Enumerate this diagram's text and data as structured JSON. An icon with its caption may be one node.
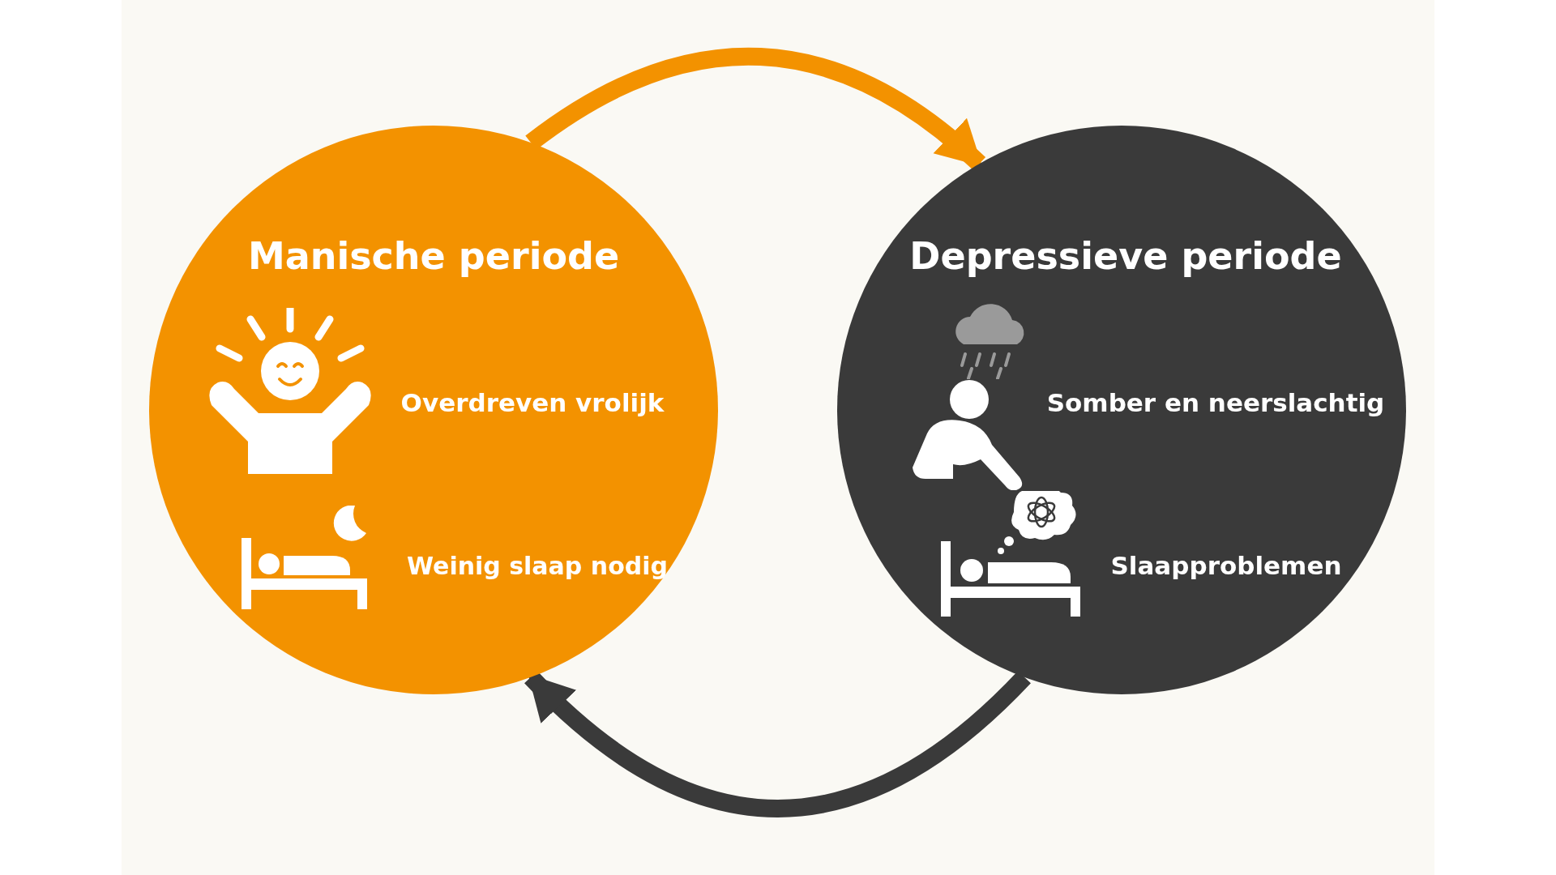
{
  "diagram": {
    "nodes": [
      {
        "text": [
          "Manische periode",
          "Overdreven vrolijk",
          "Weinig slaap nodig"
        ]
      },
      {
        "text": [
          "Depressieve periode",
          "Somber en neerslachtig",
          "Slaapproblemen"
        ]
      }
    ],
    "edges": [
      {
        "from": 0,
        "to": 1,
        "arrow": "to",
        "color": "#f39200"
      },
      {
        "from": 1,
        "to": 0,
        "arrow": "to",
        "color": "#3a3a3a"
      }
    ]
  }
}
